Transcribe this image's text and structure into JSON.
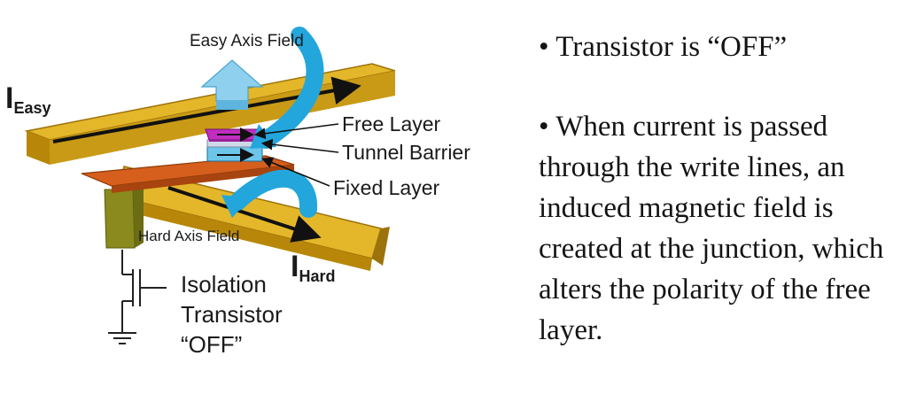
{
  "diagram": {
    "labels": {
      "easy_axis_field": "Easy Axis Field",
      "i_easy_main": "I",
      "i_easy_sub": "Easy",
      "free_layer": "Free Layer",
      "tunnel_barrier": "Tunnel Barrier",
      "fixed_layer": "Fixed Layer",
      "hard_axis_field": "Hard Axis Field",
      "i_hard_main": "I",
      "i_hard_sub": "Hard",
      "isolation_line1": "Isolation",
      "isolation_line2": "Transistor",
      "isolation_line3": "“OFF”"
    },
    "colors": {
      "write_line": "#e4b72a",
      "write_line_dark": "#b8870a",
      "free_layer": "#c02ec0",
      "tunnel_barrier": "#cfd8e8",
      "fixed_layer": "#6cc6ea",
      "bottom_plate": "#d65f1e",
      "via": "#8a8a1e",
      "arrow_blue": "#22a6dc",
      "up_arrow": "#8fd0ee"
    }
  },
  "text": {
    "bullets": [
      "• Transistor is “OFF”",
      "• When current is passed through the write lines, an induced magnetic field is created at the junction, which alters the polarity of the free layer."
    ]
  }
}
